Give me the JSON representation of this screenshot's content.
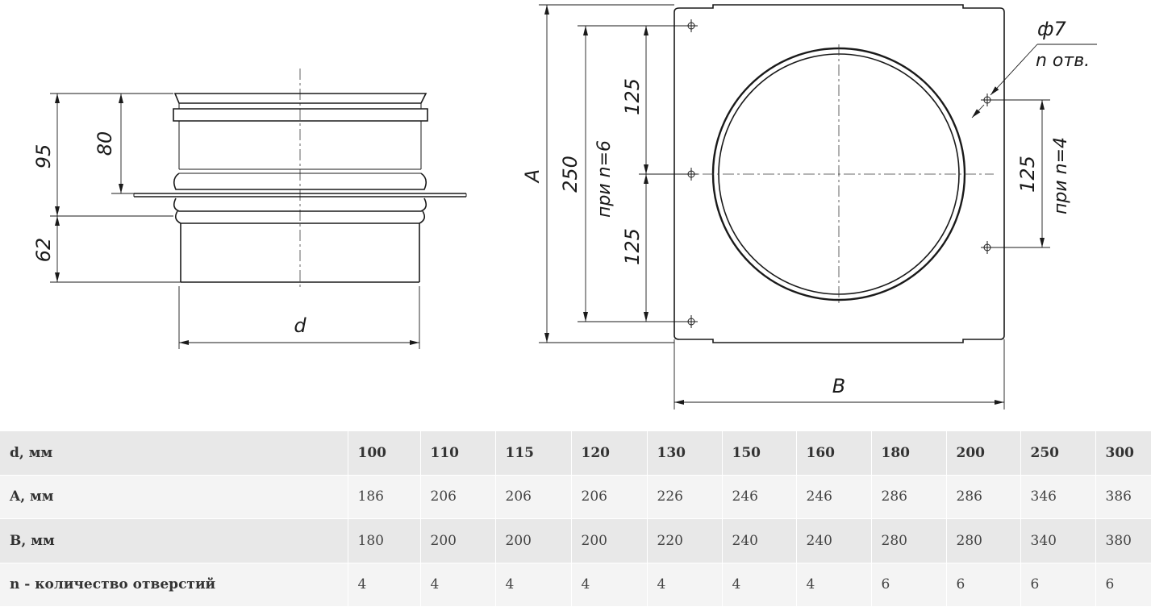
{
  "drawing": {
    "labels": {
      "dim_95": "95",
      "dim_80": "80",
      "dim_62": "62",
      "dim_d": "d",
      "dim_A": "A",
      "dim_250": "250",
      "dim_n6": "при n=6",
      "dim_125_upper": "125",
      "dim_125_lower": "125",
      "dim_B": "B",
      "dim_hole_diameter": "ф7",
      "dim_n_holes": "n отв.",
      "dim_125_right": "125",
      "dim_n4": "при n=4"
    }
  },
  "table": {
    "rows": [
      {
        "label": "d, мм",
        "values": [
          "100",
          "110",
          "115",
          "120",
          "130",
          "150",
          "160",
          "180",
          "200",
          "250",
          "300"
        ]
      },
      {
        "label": "A, мм",
        "values": [
          "186",
          "206",
          "206",
          "206",
          "226",
          "246",
          "246",
          "286",
          "286",
          "346",
          "386"
        ]
      },
      {
        "label": "B, мм",
        "values": [
          "180",
          "200",
          "200",
          "200",
          "220",
          "240",
          "240",
          "280",
          "280",
          "340",
          "380"
        ]
      },
      {
        "label": "n - количество отверстий",
        "values": [
          "4",
          "4",
          "4",
          "4",
          "4",
          "4",
          "4",
          "6",
          "6",
          "6",
          "6"
        ]
      }
    ]
  }
}
